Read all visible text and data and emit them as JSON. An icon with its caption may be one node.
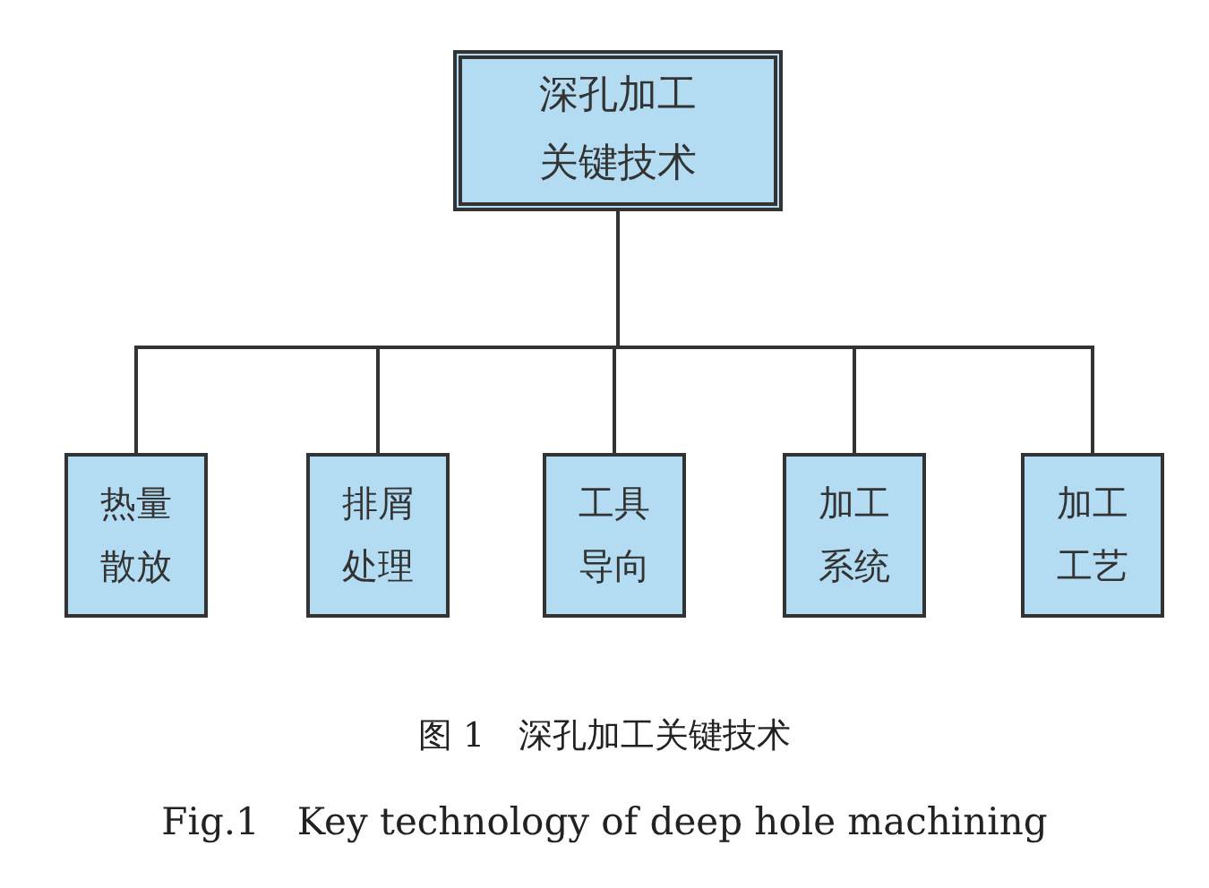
{
  "diagram": {
    "caption": "图 1　深孔加工关键技术",
    "nodes": [
      {
        "text": [
          "深孔加工关键技术"
        ]
      },
      {
        "text": [
          "热量散放"
        ]
      },
      {
        "text": [
          "排屑处理"
        ]
      },
      {
        "text": [
          "工具导向"
        ]
      },
      {
        "text": [
          "加工系统"
        ]
      },
      {
        "text": [
          "加工工艺"
        ]
      }
    ],
    "edges": [
      {
        "from": 0,
        "to": 1,
        "arrow": "none"
      },
      {
        "from": 0,
        "to": 2,
        "arrow": "none"
      },
      {
        "from": 0,
        "to": 3,
        "arrow": "none"
      },
      {
        "from": 0,
        "to": 4,
        "arrow": "none"
      },
      {
        "from": 0,
        "to": 5,
        "arrow": "none"
      }
    ],
    "labels": [
      "Fig.1　Key technology of deep hole machining"
    ]
  }
}
